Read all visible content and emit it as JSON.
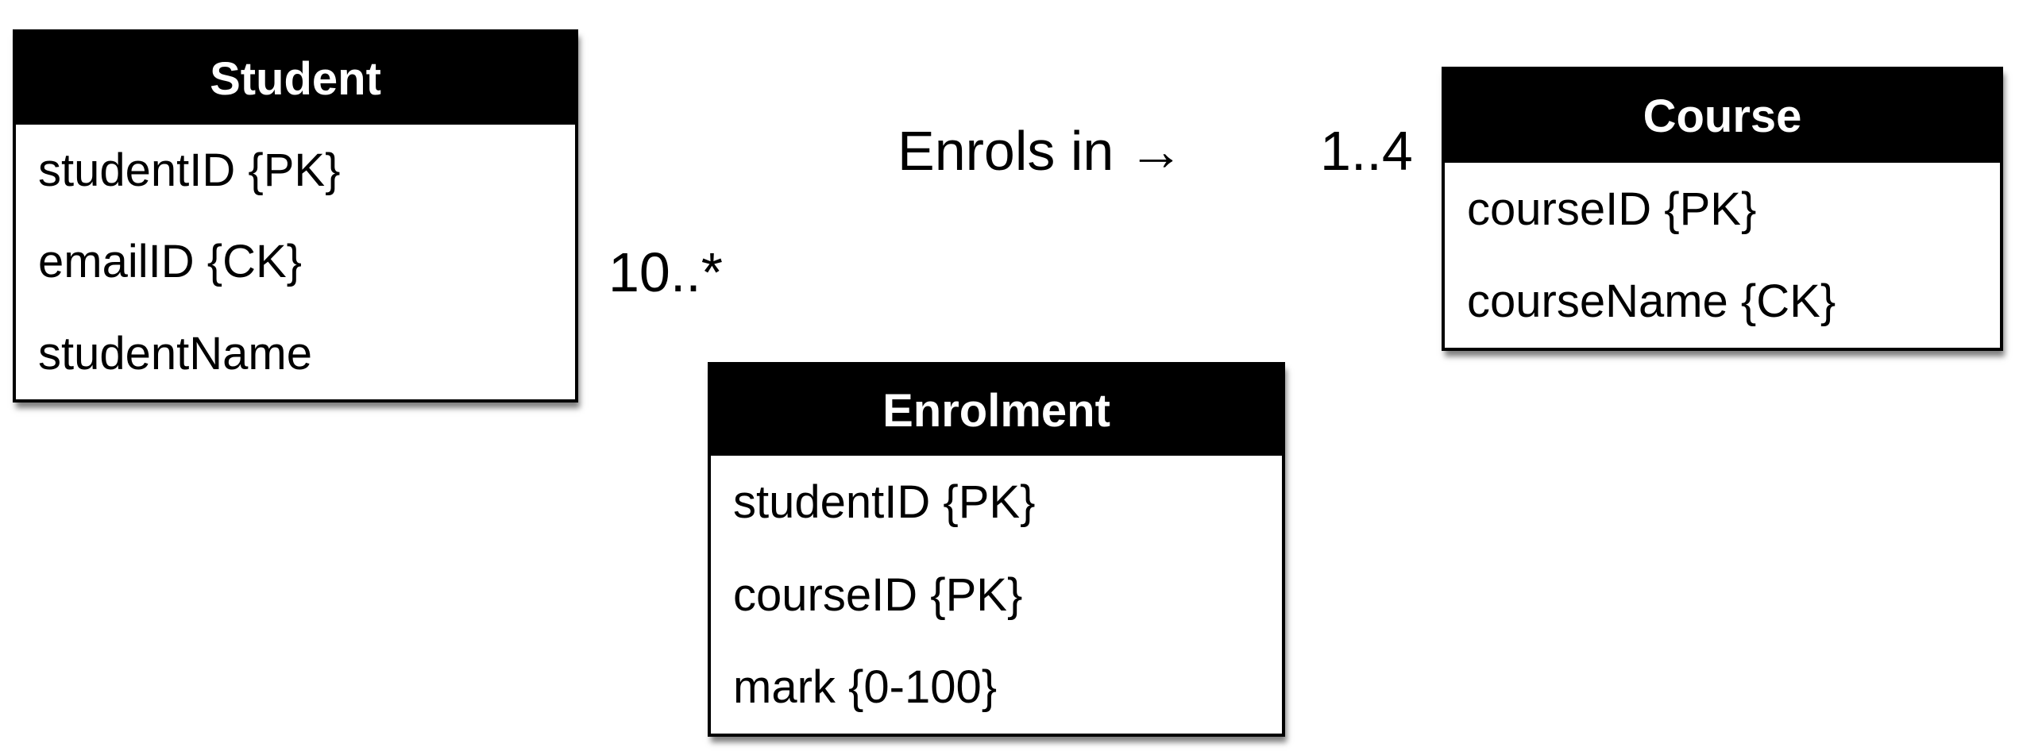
{
  "diagram": {
    "entities": [
      {
        "name": "Student",
        "attributes": [
          "studentID {PK}",
          "emailID {CK}",
          "studentName"
        ]
      },
      {
        "name": "Course",
        "attributes": [
          "courseID {PK}",
          "courseName {CK}"
        ]
      },
      {
        "name": "Enrolment",
        "attributes": [
          "studentID {PK}",
          "courseID {PK}",
          "mark {0-100}"
        ]
      }
    ],
    "relationship": {
      "label": "Enrols in",
      "arrow_icon": "→",
      "student_multiplicity": "10..*",
      "course_multiplicity": "1..4"
    },
    "colors": {
      "entity_header_bg": "#000000",
      "entity_header_text": "#ffffff",
      "entity_border": "#000000",
      "line": "#000000",
      "background": "#ffffff"
    }
  }
}
